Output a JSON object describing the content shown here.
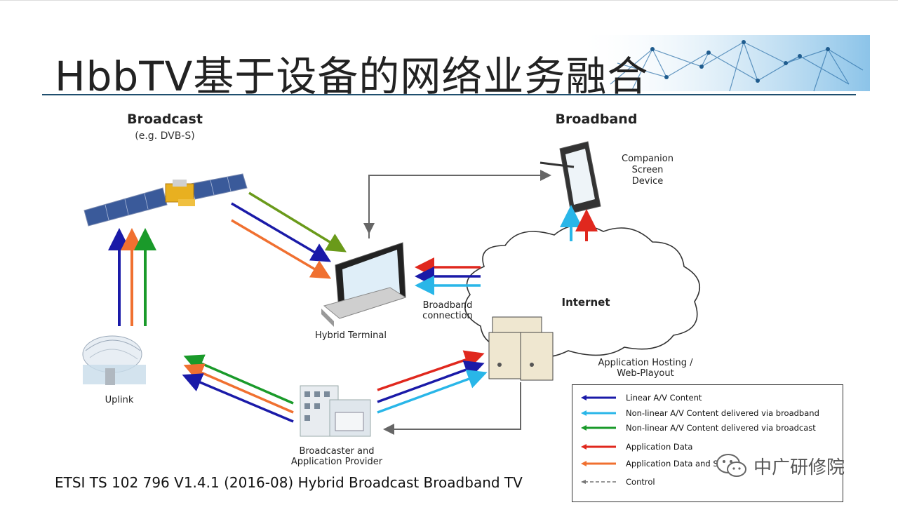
{
  "slide": {
    "title": "HbbTV基于设备的网络业务融合",
    "footer": "ETSI TS 102 796 V1.4.1 (2016-08) Hybrid Broadcast Broadband TV"
  },
  "diagram": {
    "broadcast_label": "Broadcast",
    "broadcast_sub": "(e.g. DVB-S)",
    "broadband_label": "Broadband",
    "companion_label": [
      "Companion",
      "Screen",
      "Device"
    ],
    "internet_label": "Internet",
    "hybrid_terminal_label": "Hybrid Terminal",
    "broadband_connection_label": [
      "Broadband",
      "connection"
    ],
    "uplink_label": "Uplink",
    "app_hosting_label": [
      "Application Hosting /",
      "Web-Playout"
    ],
    "broadcaster_label": [
      "Broadcaster and",
      "Application Provider"
    ]
  },
  "legend": {
    "items": [
      {
        "label": "Linear A/V Content",
        "color": "#1a1aa8",
        "style": "solid"
      },
      {
        "label": "Non-linear A/V Content delivered via broadband",
        "color": "#29b6e8",
        "style": "solid"
      },
      {
        "label": "Non-linear A/V Content delivered via broadcast",
        "color": "#1a9a2a",
        "style": "solid"
      },
      {
        "label": "Application Data",
        "color": "#e0281e",
        "style": "solid"
      },
      {
        "label": "Application Data and Si",
        "color": "#f07030",
        "style": "solid"
      },
      {
        "label": "Control",
        "color": "#777777",
        "style": "dashed"
      }
    ]
  },
  "watermark": {
    "text": "中广研修院",
    "icon": "wechat-icon"
  }
}
